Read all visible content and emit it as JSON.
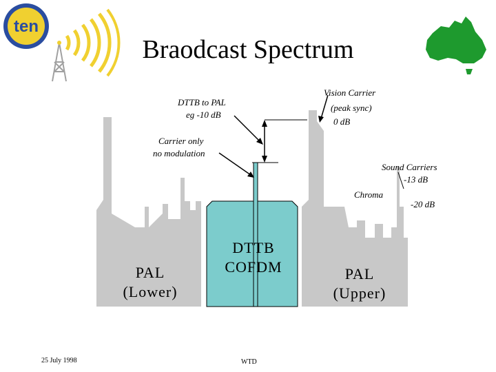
{
  "title": "Braodcast Spectrum",
  "logo": {
    "text": "ten",
    "name": "ten-logo"
  },
  "decor": {
    "left_icon": "broadcast-tower-icon",
    "right_icon": "australia-map-icon"
  },
  "colors": {
    "spectrum_fill": "#c8c8c8",
    "dttb_fill": "#7ccccc",
    "logo_blue": "#2a4da0",
    "logo_yellow": "#f0d030",
    "map_green": "#1e9a2e"
  },
  "annotations": {
    "vision_carrier": [
      "Vision Carrier",
      "(peak sync)",
      "0 dB"
    ],
    "dttb_to_pal": [
      "DTTB to PAL",
      "eg -10 dB"
    ],
    "carrier_only": [
      "Carrier only",
      "no modulation"
    ],
    "sound_carriers": "Sound Carriers",
    "minus13": "-13 dB",
    "chroma": "Chroma",
    "minus20": "-20 dB"
  },
  "labels": {
    "pal_lower": [
      "PAL",
      "(Lower)"
    ],
    "dttb": [
      "DTTB",
      "COFDM"
    ],
    "pal_upper": [
      "PAL",
      "(Upper)"
    ]
  },
  "footer": {
    "date": "25 July 1998",
    "author": "WTD"
  }
}
